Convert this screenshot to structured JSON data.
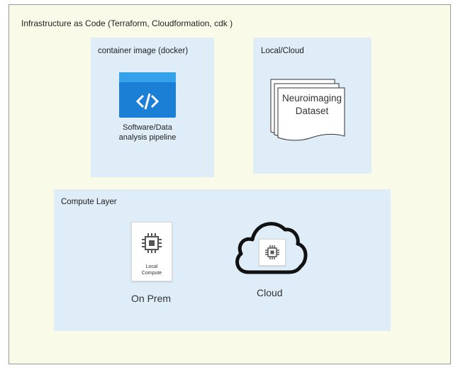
{
  "diagram": {
    "title": "Infrastructure as Code (Terraform, Cloudformation, cdk )",
    "container_panel": {
      "label": "container image (docker)",
      "icon": "code-brackets-icon",
      "caption_line1": "Software/Data",
      "caption_line2": "analysis pipeline"
    },
    "storage_panel": {
      "label": "Local/Cloud",
      "icon": "document-stack-icon",
      "dataset_line1": "Neuroimaging",
      "dataset_line2": "Dataset"
    },
    "compute_panel": {
      "label": "Compute Layer",
      "local": {
        "icon": "cpu-chip-icon",
        "card_line1": "Local",
        "card_line2": "Compute",
        "label": "On Prem"
      },
      "cloud": {
        "icon": "cloud-icon",
        "chip_icon": "cpu-chip-icon",
        "label": "Cloud"
      }
    },
    "colors": {
      "background": "#fafae9",
      "panel": "#deedf8",
      "code_icon": "#1b7fd6",
      "code_icon_bar": "#35a1ea"
    }
  }
}
